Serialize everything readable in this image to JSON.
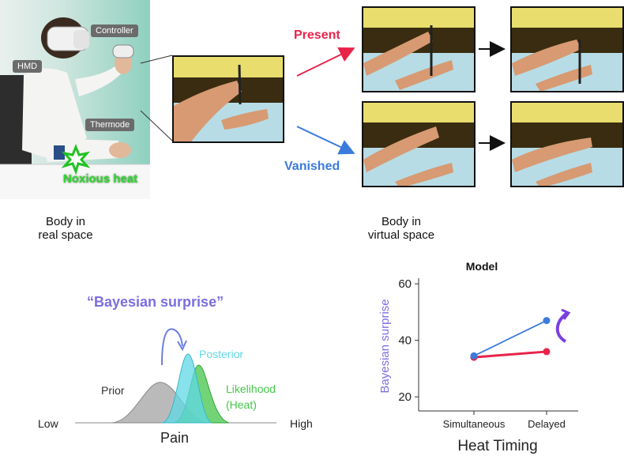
{
  "photo": {
    "tags": {
      "controller": "Controller",
      "hmd": "HMD",
      "thermode": "Thermode"
    },
    "noxious": "Noxious heat"
  },
  "conditions": {
    "present": "Present",
    "vanished": "Vanished"
  },
  "captions": {
    "real_line1": "Body in",
    "real_line2": "real space",
    "virtual_line1": "Body in",
    "virtual_line2": "virtual space"
  },
  "surprise": {
    "title": "“Bayesian surprise”",
    "prior": "Prior",
    "posterior": "Posterior",
    "likelihood_line1": "Likelihood",
    "likelihood_line2": "(Heat)",
    "axis_low": "Low",
    "axis_high": "High",
    "axis_label": "Pain"
  },
  "colors": {
    "present": "#e8234a",
    "vanished": "#3b7bdc",
    "surprise": "#7b6ee0",
    "prior": "#a9a9a9",
    "posterior": "#5fd8e6",
    "likelihood": "#44c64a"
  },
  "chart_data": {
    "type": "line",
    "title": "Model",
    "xlabel": "Heat Timing",
    "ylabel": "Bayesian surprise",
    "categories": [
      "Simultaneous",
      "Delayed"
    ],
    "ylim": [
      15,
      62
    ],
    "yticks": [
      20,
      40,
      60
    ],
    "series": [
      {
        "name": "Present",
        "color": "#e8234a",
        "values": [
          34,
          36
        ]
      },
      {
        "name": "Vanished",
        "color": "#3b7bdc",
        "values": [
          34.5,
          47
        ]
      }
    ]
  }
}
